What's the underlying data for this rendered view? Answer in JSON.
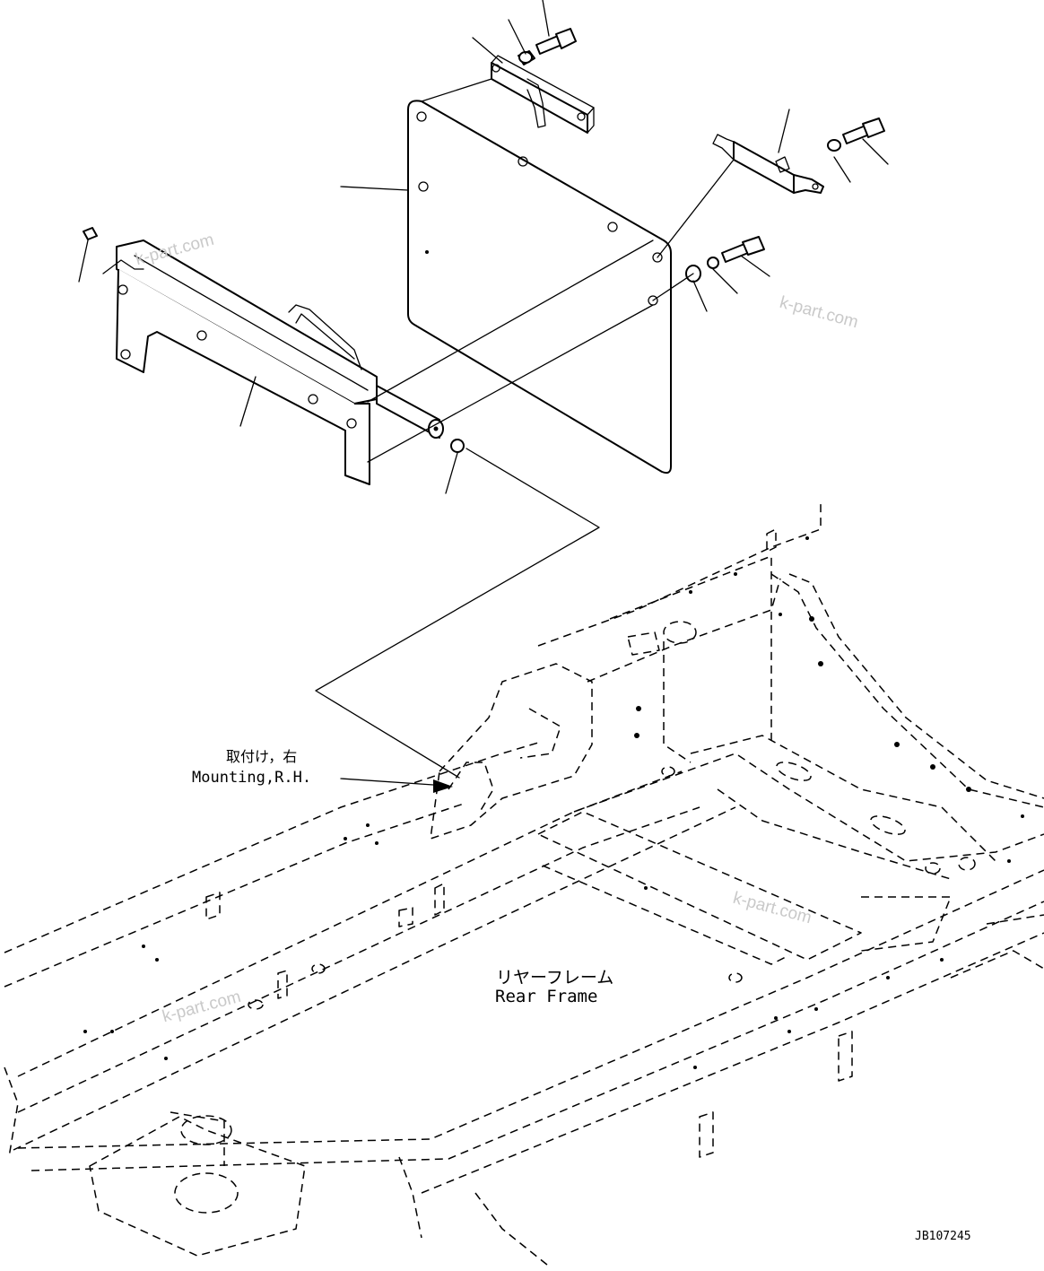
{
  "labels": {
    "mounting_jp": "取付け，右",
    "mounting_en": "Mounting,R.H.",
    "rear_frame_jp": "リヤーフレーム",
    "rear_frame_en": "Rear Frame",
    "drawing_code": "JB107245"
  },
  "watermarks": [
    "k-part.com",
    "k-part.com",
    "k-part.com",
    "k-part.com"
  ]
}
